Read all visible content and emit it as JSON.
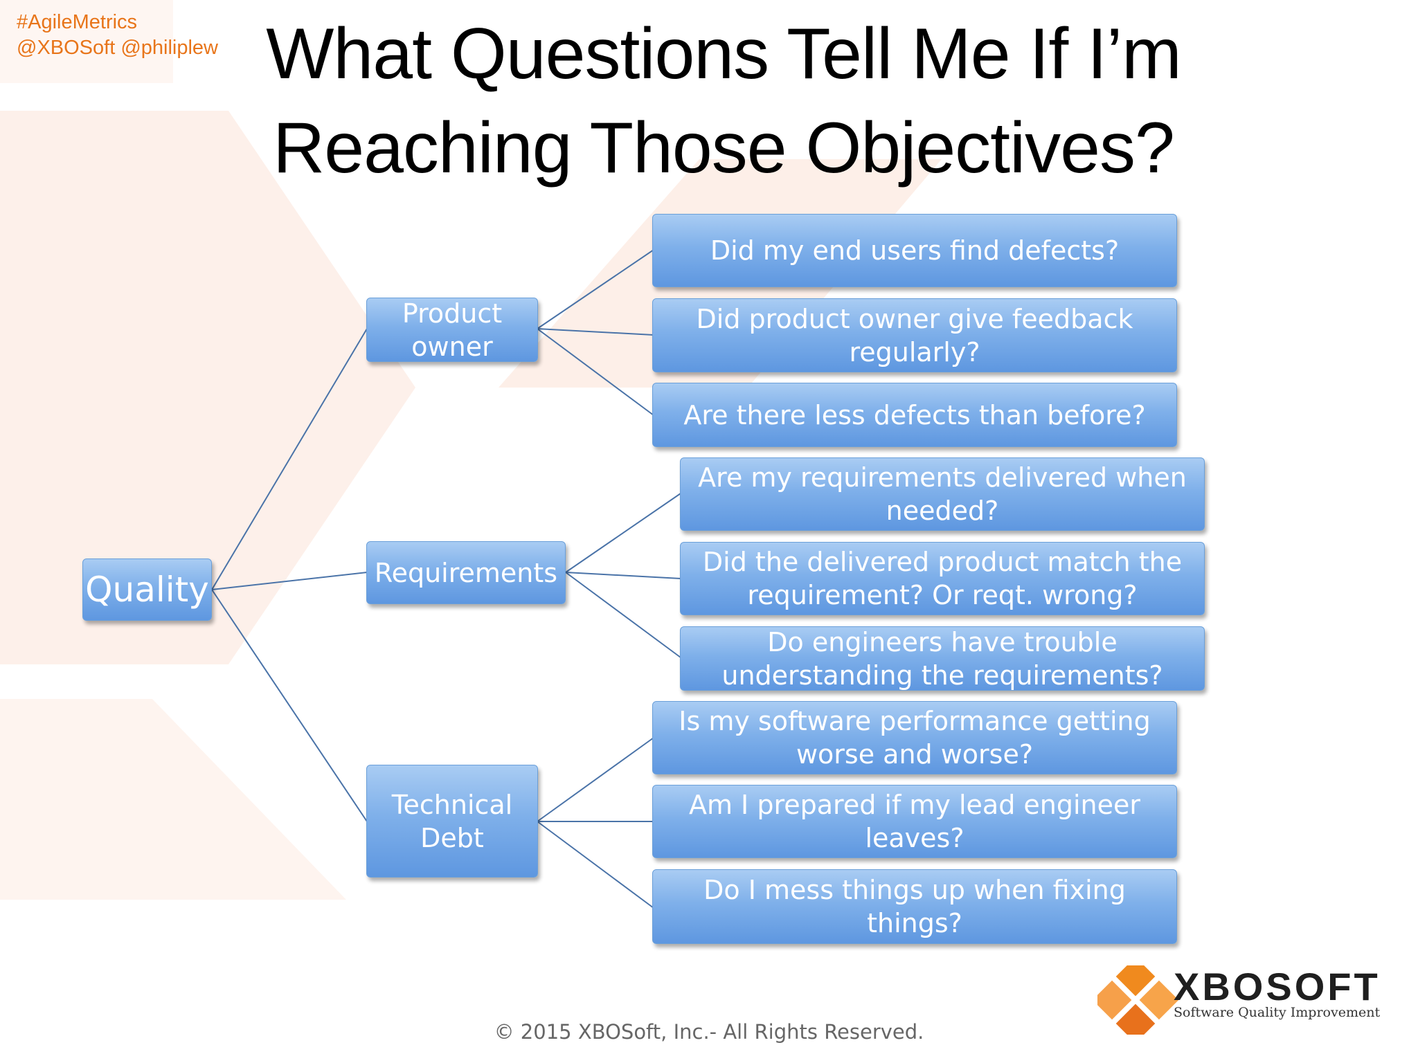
{
  "header": {
    "hashtag": "#AgileMetrics",
    "handles": "@XBOSoft @philiplew",
    "title_line1": "What Questions Tell Me If I’m",
    "title_line2": "Reaching Those Objectives?"
  },
  "diagram": {
    "root": "Quality",
    "branches": [
      {
        "label_line1": "Product",
        "label_line2": "owner",
        "questions": [
          {
            "line1": "Did  my end users find defects?",
            "line2": ""
          },
          {
            "line1": "Did product owner give feedback",
            "line2": "regularly?"
          },
          {
            "line1": "Are there less defects than before?",
            "line2": ""
          }
        ]
      },
      {
        "label_line1": "Requirements",
        "label_line2": "",
        "questions": [
          {
            "line1": "Are my requirements delivered when",
            "line2": "needed?"
          },
          {
            "line1": "Did the delivered product match the",
            "line2": "requirement? Or reqt. wrong?"
          },
          {
            "line1": "Do engineers have trouble",
            "line2": "understanding the requirements?"
          }
        ]
      },
      {
        "label_line1": "Technical",
        "label_line2": "Debt",
        "questions": [
          {
            "line1": "Is my software performance getting",
            "line2": "worse and worse?"
          },
          {
            "line1": "Am I prepared if my lead engineer",
            "line2": "leaves?"
          },
          {
            "line1": "Do I mess things up when fixing things?",
            "line2": ""
          }
        ]
      }
    ]
  },
  "footer": {
    "copyright": "© 2015 XBOSoft, Inc.- All Rights Reserved.",
    "logo_word": "XBOSOFT",
    "logo_tagline": "Software Quality Improvement"
  },
  "colors": {
    "hashtag": "#e8751a",
    "node_top": "#a9ccf3",
    "node_bottom": "#5e97e0",
    "connector": "#4a73a8",
    "logo_orange": "#f08a1e"
  }
}
